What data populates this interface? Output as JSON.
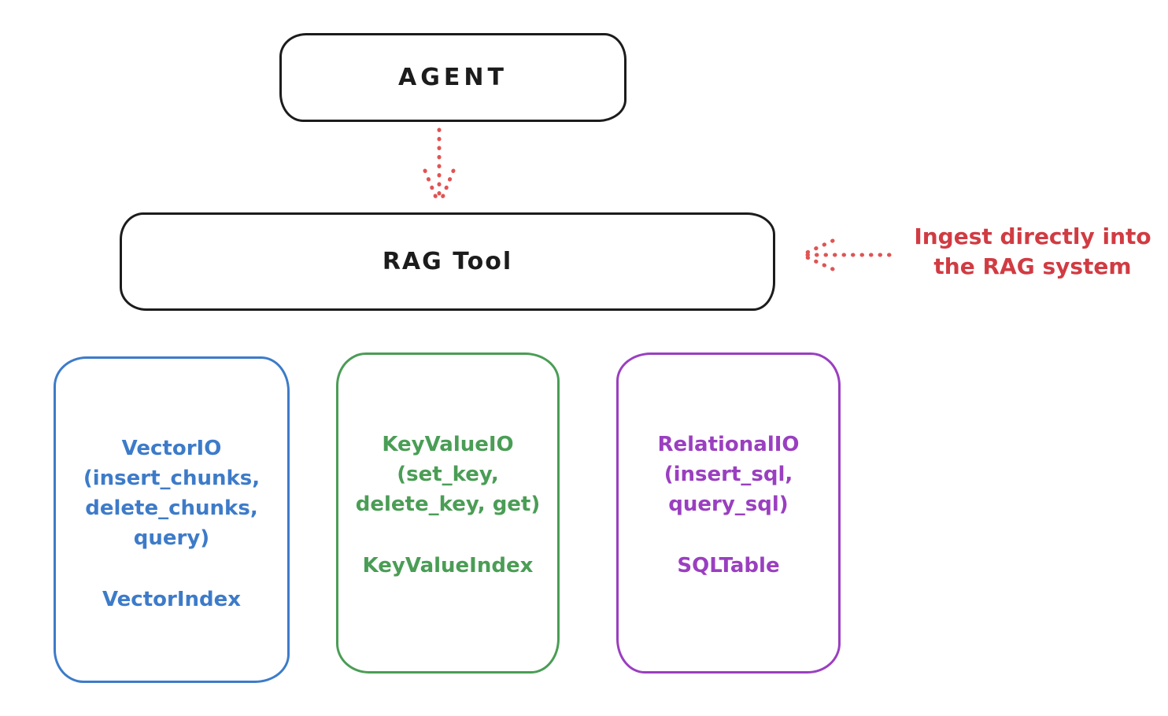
{
  "diagram": {
    "agent": {
      "label": "AGENT"
    },
    "rag_tool": {
      "label": "RAG Tool"
    },
    "annotation": {
      "lines": [
        "Ingest directly into",
        "the RAG system"
      ]
    },
    "arrows": {
      "agent_to_rag": {
        "icon": "dotted-arrow-down-icon",
        "style": "dotted"
      },
      "ingest_into_rag": {
        "icon": "dotted-arrow-left-icon",
        "style": "dotted"
      }
    },
    "pillars": [
      {
        "id": "vector-io",
        "color": "#3d7bc9",
        "lines": [
          "VectorIO",
          "(insert_chunks,",
          "delete_chunks,",
          "query)"
        ],
        "index_label": "VectorIndex"
      },
      {
        "id": "keyvalue-io",
        "color": "#4a9d55",
        "lines": [
          "KeyValueIO",
          "(set_key,",
          "delete_key, get)"
        ],
        "index_label": "KeyValueIndex"
      },
      {
        "id": "relational-io",
        "color": "#9a3fc0",
        "lines": [
          "RelationalIO",
          "(insert_sql,",
          "query_sql)"
        ],
        "index_label": "SQLTable"
      }
    ],
    "colors": {
      "ink": "#1c1c1c",
      "background": "#ffffff",
      "annotation_red": "#d13b42",
      "arrow_red": "#e05454",
      "vector_blue": "#3d7bc9",
      "keyvalue_green": "#4a9d55",
      "relational_purple": "#9a3fc0"
    }
  }
}
